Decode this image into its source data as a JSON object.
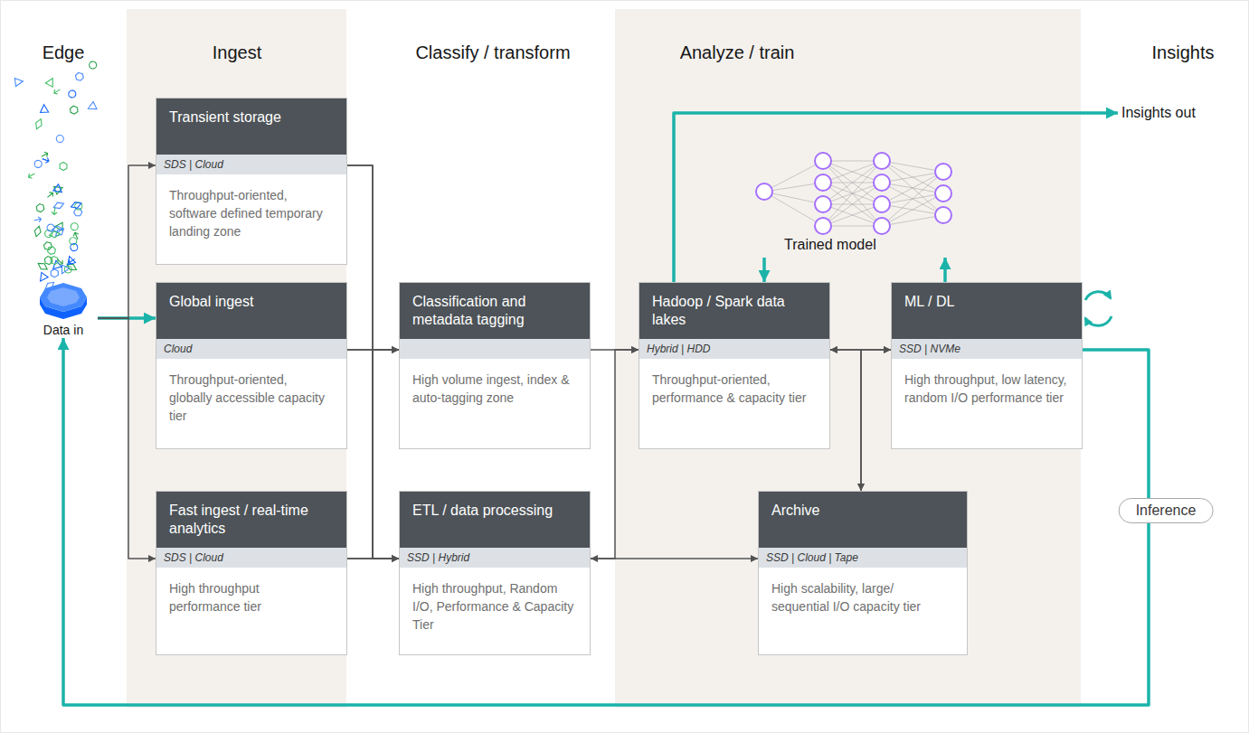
{
  "diagram": {
    "nodes": [
      {
        "text": [
          "Data in"
        ]
      },
      {
        "text": [
          "Transient storage",
          "SDS | Cloud",
          "Throughput-oriented, software defined temporary landing zone"
        ]
      },
      {
        "text": [
          "Global ingest",
          "Cloud",
          "Throughput-oriented, globally accessible capacity tier"
        ]
      },
      {
        "text": [
          "Fast ingest / real-time analytics",
          "SDS | Cloud",
          "High throughput performance tier"
        ]
      },
      {
        "text": [
          "Classification and metadata tagging",
          "High volume ingest, index & auto-tagging zone"
        ]
      },
      {
        "text": [
          "ETL / data processing",
          "SSD | Hybrid",
          "High throughput, Random I/O, Performance & Capacity Tier"
        ]
      },
      {
        "text": [
          "Trained model"
        ]
      },
      {
        "text": [
          "Hadoop / Spark data lakes",
          "Hybrid | HDD",
          "Throughput-oriented, performance & capacity tier"
        ]
      },
      {
        "text": [
          "ML / DL",
          "SSD | NVMe",
          "High throughput, low latency, random I/O performance tier"
        ]
      },
      {
        "text": [
          "Archive",
          "SSD | Cloud | Tape",
          "High scalability, large/ sequential I/O capacity tier"
        ]
      },
      {
        "text": [
          "Insights out"
        ]
      }
    ],
    "edges": [
      {
        "from": 0,
        "to": 2,
        "arrow": "to"
      },
      {
        "from": 0,
        "to": 1,
        "arrow": "to"
      },
      {
        "from": 0,
        "to": 3,
        "arrow": "to"
      },
      {
        "from": 1,
        "to": 4,
        "arrow": "to"
      },
      {
        "from": 1,
        "to": 5,
        "arrow": "to"
      },
      {
        "from": 2,
        "to": 4,
        "arrow": "to"
      },
      {
        "from": 2,
        "to": 5,
        "arrow": "to"
      },
      {
        "from": 3,
        "to": 4,
        "arrow": "to"
      },
      {
        "from": 3,
        "to": 5,
        "arrow": "to"
      },
      {
        "from": 4,
        "to": 7,
        "arrow": "to"
      },
      {
        "from": 5,
        "to": 7,
        "arrow": "to"
      },
      {
        "from": 5,
        "to": 9,
        "arrow": "both"
      },
      {
        "from": 7,
        "to": 8,
        "arrow": "both"
      },
      {
        "from": 7,
        "to": 9,
        "arrow": "both"
      },
      {
        "from": 8,
        "to": 9,
        "arrow": "both"
      },
      {
        "from": 6,
        "to": 7,
        "arrow": "to"
      },
      {
        "from": 8,
        "to": 6,
        "arrow": "to"
      },
      {
        "from": 7,
        "to": 10,
        "arrow": "to"
      },
      {
        "from": 8,
        "to": 0,
        "label": "Inference",
        "arrow": "to"
      }
    ],
    "labels": [
      "Edge",
      "Ingest",
      "Classify / transform",
      "Analyze / train",
      "Insights"
    ]
  }
}
